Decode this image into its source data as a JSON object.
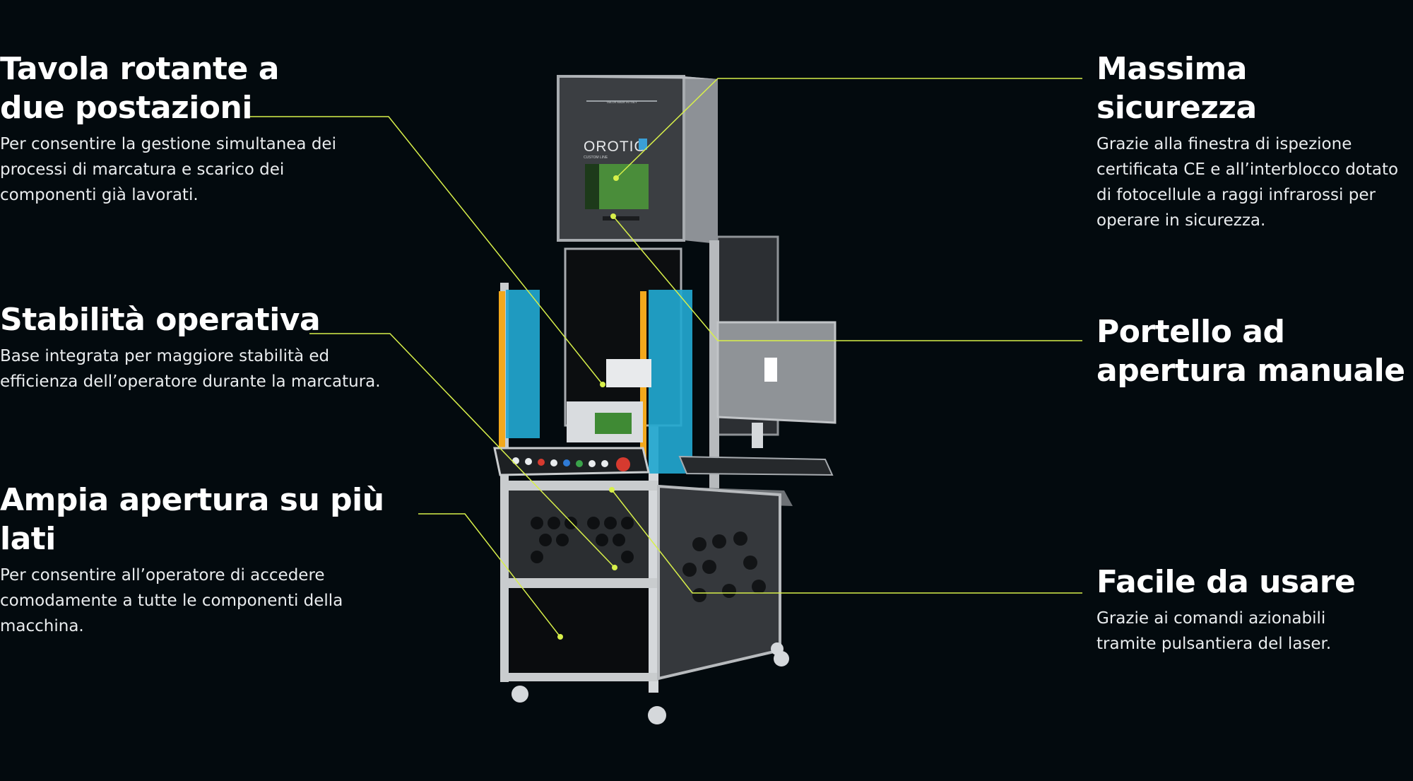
{
  "features": {
    "f1": {
      "title_line1": "Tavola rotante a",
      "title_line2": "due postazioni",
      "text": "Per consentire la gestione simultanea dei processi di marcatura e scarico dei componenti già lavorati."
    },
    "f2": {
      "title": "Stabilità operativa",
      "text": "Base integrata per maggiore stabilità ed efficienza dell’operatore durante la marcatura."
    },
    "f3": {
      "title": "Ampia apertura su più lati",
      "text": "Per consentire all’operatore di accedere comodamente a tutte le componenti della macchina."
    },
    "f4": {
      "title": "Massima sicurezza",
      "text": "Grazie alla finestra di ispezione certificata CE e all’interblocco dotato di fotocellule a raggi infrarossi per operare in sicurezza."
    },
    "f5": {
      "title_line1": "Portello ad",
      "title_line2": "apertura manuale"
    },
    "f6": {
      "title": "Facile da usare",
      "text": "Grazie ai comandi azionabili tramite pulsantiera del laser."
    }
  },
  "machine": {
    "brand": "OROTIG",
    "sub_label": "CUSTOM LINE",
    "top_label": "TAILOR MADE IN ITALY"
  },
  "colors": {
    "background": "#030a0e",
    "callout_line": "#d8f04a",
    "frame": "#c9ccce",
    "panel": "#3a3d41",
    "guard_blue": "#22a7cf",
    "light_curtain": "#f2a81c",
    "window_green": "#4a8d3a"
  }
}
